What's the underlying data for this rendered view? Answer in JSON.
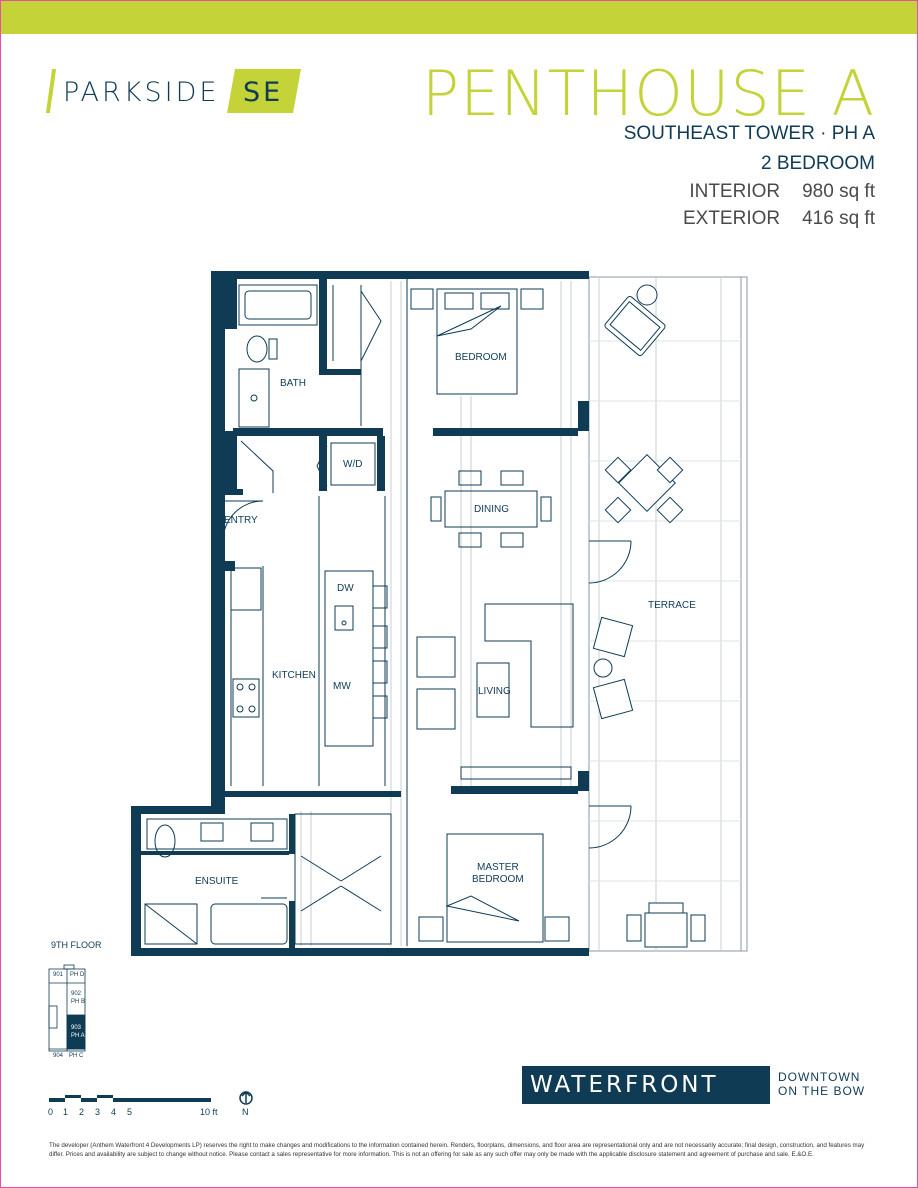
{
  "brand": {
    "name": "PARKSIDE",
    "badge": "SE"
  },
  "unit": {
    "title": "PENTHOUSE A",
    "subtitle": "SOUTHEAST TOWER · PH A",
    "bedrooms": "2 BEDROOM",
    "interior_label": "INTERIOR",
    "interior_value": "980 sq ft",
    "exterior_label": "EXTERIOR",
    "exterior_value": "416 sq ft"
  },
  "rooms": {
    "bath": "BATH",
    "wd": "W/D",
    "bedroom": "BEDROOM",
    "dining": "DINING",
    "entry": "ENTRY",
    "dw": "DW",
    "kitchen": "KITCHEN",
    "mw": "MW",
    "living": "LIVING",
    "terrace": "TERRACE",
    "ensuite": "ENSUITE",
    "master_line1": "MASTER",
    "master_line2": "BEDROOM"
  },
  "keyplan": {
    "title": "9TH FLOOR",
    "u901": "901",
    "phd": "PH D",
    "u902": "902",
    "phb": "PH B",
    "u903": "903",
    "pha": "PH A",
    "u904": "904",
    "phc": "PH C"
  },
  "scale": {
    "t0": "0",
    "t1": "1",
    "t2": "2",
    "t3": "3",
    "t4": "4",
    "t5": "5",
    "t10": "10 ft",
    "north": "N"
  },
  "footer": {
    "logo": "WATERFRONT",
    "tagline_line1": "DOWNTOWN",
    "tagline_line2": "ON THE BOW",
    "disclaimer": "The developer (Anthem Waterfront 4 Developments LP) reserves the right to make changes and modifications to the information contained herein. Renders, floorplans, dimensions, and floor area are representational only and are not necessarily accurate; final design, construction, and features may differ. Prices and availability are subject to change without notice. Please contact a sales representative for more information. This is not an offering for sale as any such offer may only be made with the applicable disclosure statement and agreement of purchase and sale. E.&O.E."
  },
  "colors": {
    "brand_green": "#c4d338",
    "navy": "#0f3b55",
    "page_border": "#e64fa8"
  }
}
